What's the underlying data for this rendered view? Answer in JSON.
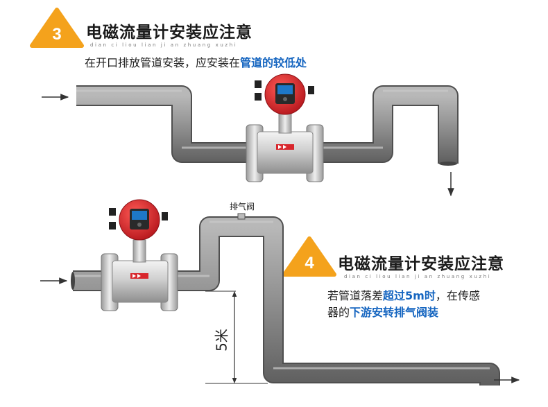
{
  "section3": {
    "number": "3",
    "title": "电磁流量计安装应注意",
    "pinyin": "dian ci liou lian ji an zhuang xuzhi",
    "desc_prefix": "在开口排放管道安装，应安装在",
    "desc_highlight": "管道的较低处"
  },
  "section4": {
    "number": "4",
    "title": "电磁流量计安装应注意",
    "pinyin": "dian ci liou lian ji an zhuang xuzhi",
    "line1_prefix": "若管道落差",
    "line1_highlight": "超过5m时",
    "line1_suffix": "，在传感",
    "line2_prefix": "器的",
    "line2_highlight": "下游安转排气阀装"
  },
  "valve_label": "排气阀",
  "height_label": "5米",
  "colors": {
    "badge": "#f4a21c",
    "highlight": "#1565c0",
    "pipe": "#8c8c8c",
    "meter_head": "#d8262c"
  }
}
